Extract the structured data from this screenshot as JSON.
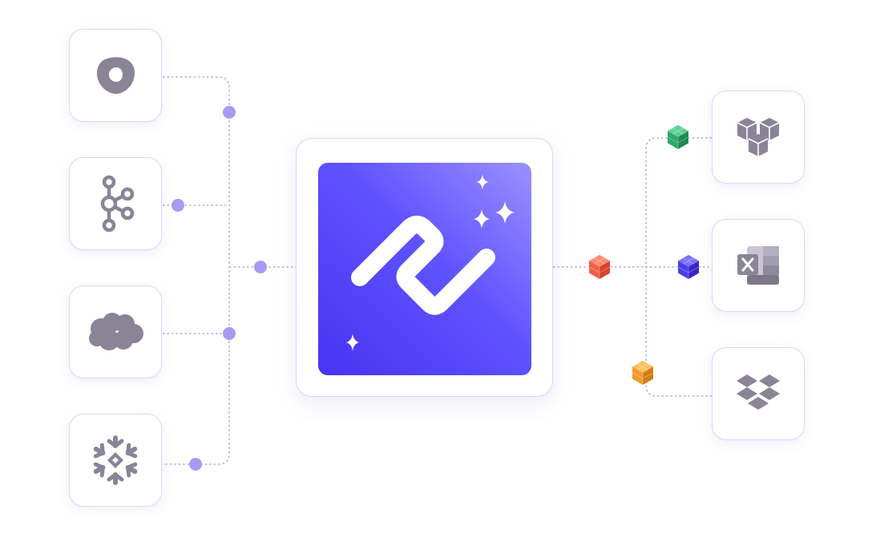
{
  "diagram": {
    "hub": {
      "logo_icon": "brand-wave-logo",
      "decoration_icon": "sparkle-icon"
    },
    "sources": [
      {
        "id": "outreach",
        "icon": "outreach-logo"
      },
      {
        "id": "kafka",
        "icon": "kafka-logo"
      },
      {
        "id": "salesforce",
        "icon": "cloud-logo"
      },
      {
        "id": "snowflake",
        "icon": "snowflake-logo"
      }
    ],
    "destinations": [
      {
        "id": "aws",
        "icon": "cubes-logo"
      },
      {
        "id": "excel",
        "icon": "excel-logo"
      },
      {
        "id": "dropbox",
        "icon": "dropbox-logo"
      }
    ],
    "connectors": [
      {
        "id": "red",
        "color": "#f0604a"
      },
      {
        "id": "green",
        "color": "#2fa86b"
      },
      {
        "id": "blue",
        "color": "#4a3ee8"
      },
      {
        "id": "orange",
        "color": "#f29a2e"
      }
    ],
    "colors": {
      "line": "#a59cf2",
      "dot": "#a59cf2",
      "card_border": "#dcd6f7",
      "icon_gray": "#8a8497",
      "hub_start": "#4733f2",
      "hub_end": "#9b90ff"
    }
  }
}
